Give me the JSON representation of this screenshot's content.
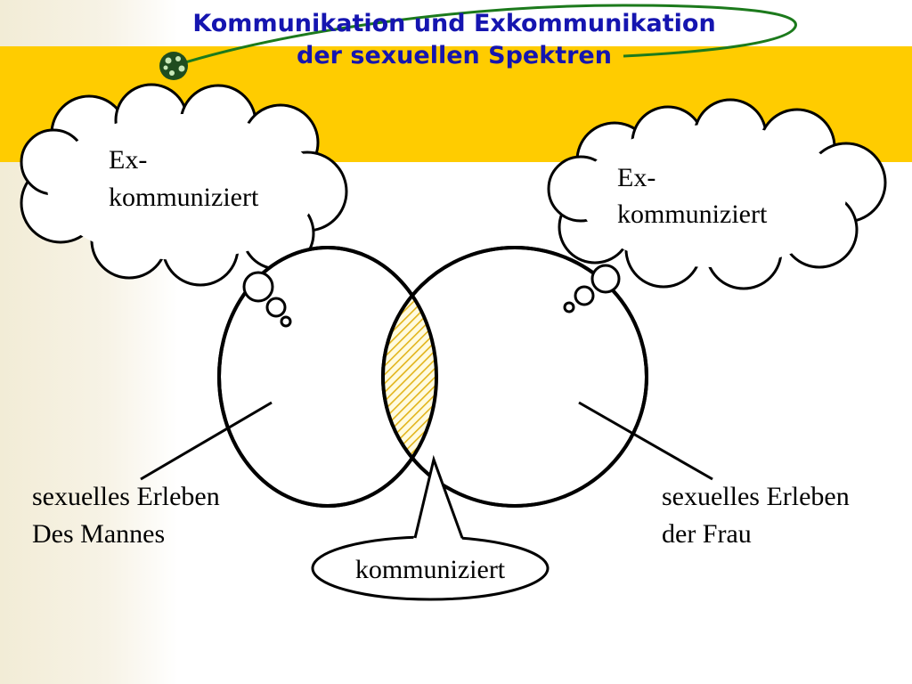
{
  "slide": {
    "title_line1": "Kommunikation und Exkommunikation",
    "title_line2": "der sexuellen Spektren",
    "accent_color": "#ffcc00",
    "title_color": "#1515b0",
    "orbit_color": "#1c7a1c"
  },
  "diagram": {
    "left_cloud": {
      "line1": "Ex-",
      "line2": "kommuniziert"
    },
    "right_cloud": {
      "line1": "Ex-",
      "line2": "kommuniziert"
    },
    "left_label": {
      "line1": "sexuelles Erleben",
      "line2": "Des Mannes"
    },
    "right_label": {
      "line1": "sexuelles Erleben",
      "line2": "der Frau"
    },
    "bubble_label": "kommuniziert"
  }
}
